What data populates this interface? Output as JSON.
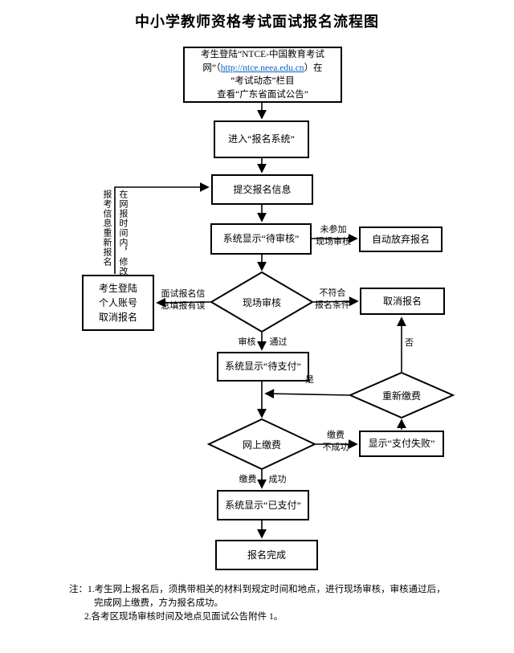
{
  "title": "中小学教师资格考试面试报名流程图",
  "nodes": {
    "login": {
      "line1": "考生登陆“NTCE-中国教育考试",
      "line2_pre": "网”（",
      "link": "http://ntce.neea.edu.cn",
      "line2_post": "）在",
      "line3": "“考试动态”栏目",
      "line4": "查看“广东省面试公告”"
    },
    "enter_system": "进入“报名系统”",
    "submit_info": "提交报名信息",
    "status_pending": "系统显示“待审核”",
    "auto_giveup": "自动放弃报名",
    "onsite_review": "现场审核",
    "cancel_registration": "取消报名",
    "self_cancel": [
      "考生登陆",
      "个人账号",
      "取消报名"
    ],
    "status_topay": "系统显示“待支付”",
    "repay": "重新缴费",
    "online_pay": "网上缴费",
    "pay_failed": "显示“支付失败”",
    "status_paid": "系统显示“已支付”",
    "done": "报名完成"
  },
  "edges": {
    "not_attend": [
      "未参加",
      "现场审核"
    ],
    "not_qualified": [
      "不符合",
      "报名条件"
    ],
    "info_error": [
      "面试报名信",
      "息填报有误"
    ],
    "loop_right": "在网报时间内，修改",
    "loop_left": "报考信息重新报名",
    "audit": "审核",
    "pass": "通过",
    "yes": "是",
    "no": "否",
    "pay_fail": [
      "缴费",
      "不成功"
    ],
    "pay_ok": [
      "缴费",
      "成功"
    ]
  },
  "notes": {
    "prefix": "注：",
    "line1": "1.考生网上报名后，须携带相关的材料到规定时间和地点，进行现场审核，审核通过后，",
    "line2": "完成网上缴费，方为报名成功。",
    "line3": "2.各考区现场审核时间及地点见面试公告附件 1。"
  },
  "colors": {
    "background": "#ffffff",
    "line": "#000000",
    "link": "#0563C1"
  }
}
